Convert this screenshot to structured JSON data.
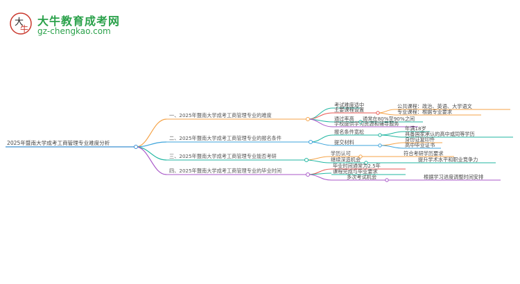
{
  "brand": {
    "title": "大牛教育成考网",
    "url": "gz-chengkao.com"
  },
  "mindmap": {
    "root": "2025年暨南大学成考工商管理专业难度分析",
    "branches": [
      {
        "label": "一、2025年暨南大学成考工商管理专业的难度",
        "color": "#f5a347",
        "children": [
          {
            "label": "考试难度适中",
            "color": "#1fb6a1",
            "children": []
          },
          {
            "label": "主要课程设置",
            "color": "#e8534f",
            "children": [
              {
                "label": "公共课程：政治、英语、大学语文",
                "color": "#f5a347"
              },
              {
                "label": "专业课程：根据专业要求",
                "color": "#f5a347"
              }
            ]
          },
          {
            "label": "通过率高",
            "color": "#1fb6a1",
            "children": [
              {
                "label": "通常在80%至90%之间",
                "color": "#1fb6a1"
              }
            ]
          },
          {
            "label": "学校提供学习资源和辅导服务",
            "color": "#a857c8",
            "children": []
          }
        ]
      },
      {
        "label": "二、2025年暨南大学成考工商管理专业的报名条件",
        "color": "#3ba3db",
        "children": [
          {
            "label": "报名条件宽松",
            "color": "#1fb6a1",
            "children": [
              {
                "label": "年满18岁",
                "color": "#1fb6a1"
              },
              {
                "label": "具备国家承认的高中或同等学历",
                "color": "#1fb6a1"
              }
            ]
          },
          {
            "label": "提交材料",
            "color": "#3ba3db",
            "children": [
              {
                "label": "身份证复印件",
                "color": "#f5a347"
              },
              {
                "label": "高中毕业证书",
                "color": "#3ba3db"
              }
            ]
          }
        ]
      },
      {
        "label": "三、2025年暨南大学成考工商管理专业能否考研",
        "color": "#1fb6a1",
        "children": [
          {
            "label": "学历认可",
            "color": "#f5a347",
            "children": [
              {
                "label": "符合考研学历要求",
                "color": "#f5a347"
              }
            ]
          },
          {
            "label": "继续深造机会",
            "color": "#1fb6a1",
            "children": [
              {
                "label": "提升学术水平和职业竞争力",
                "color": "#1fb6a1"
              }
            ]
          }
        ]
      },
      {
        "label": "四、2025年暨南大学成考工商管理专业的毕业时间",
        "color": "#a857c8",
        "children": [
          {
            "label": "毕业时间通常为2.5年",
            "color": "#e8534f",
            "children": []
          },
          {
            "label": "课程完成与毕业要求",
            "color": "#1fb6a1",
            "children": []
          },
          {
            "label": "多次考试机会",
            "color": "#a857c8",
            "children": [
              {
                "label": "根据学习进度调整时间安排",
                "color": "#a857c8"
              }
            ]
          }
        ]
      }
    ]
  }
}
